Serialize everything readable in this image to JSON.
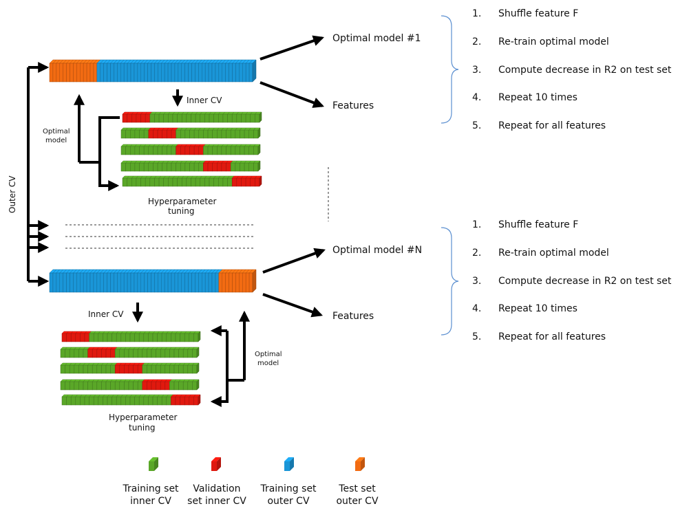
{
  "colors": {
    "training_inner": "#5aa728",
    "validation_inner": "#e0190f",
    "training_outer": "#1a96d8",
    "test_outer": "#f26b12",
    "arrow": "#000000",
    "brace": "#5b8fd0"
  },
  "outer_cv_label": "Outer CV",
  "top": {
    "inner_cv_label": "Inner CV",
    "optimal_model_label_line1": "Optimal",
    "optimal_model_label_line2": "model",
    "hyper_label_line1": "Hyperparameter",
    "hyper_label_line2": "tuning",
    "output_model": "Optimal model #1",
    "output_features": "Features",
    "steps": [
      {
        "num": "1.",
        "text": "Shuffle feature F"
      },
      {
        "num": "2.",
        "text": "Re-train optimal model"
      },
      {
        "num": "3.",
        "text": "Compute decrease in R2 on test set"
      },
      {
        "num": "4.",
        "text": "Repeat 10 times"
      },
      {
        "num": "5.",
        "text": "Repeat for all features"
      }
    ]
  },
  "bottom": {
    "inner_cv_label": "Inner CV",
    "optimal_model_label_line1": "Optimal",
    "optimal_model_label_line2": "model",
    "hyper_label_line1": "Hyperparameter",
    "hyper_label_line2": "tuning",
    "output_model": "Optimal model #N",
    "output_features": "Features",
    "steps": [
      {
        "num": "1.",
        "text": "Shuffle feature F"
      },
      {
        "num": "2.",
        "text": "Re-train optimal model"
      },
      {
        "num": "3.",
        "text": "Compute decrease in R2 on test set"
      },
      {
        "num": "4.",
        "text": "Repeat 10 times"
      },
      {
        "num": "5.",
        "text": "Repeat for all features"
      }
    ]
  },
  "legend": [
    {
      "line1": "Training set",
      "line2": "inner CV",
      "color_key": "training_inner"
    },
    {
      "line1": "Validation",
      "line2": "set inner CV",
      "color_key": "validation_inner"
    },
    {
      "line1": "Training set",
      "line2": "outer CV",
      "color_key": "training_outer"
    },
    {
      "line1": "Test set",
      "line2": "outer CV",
      "color_key": "test_outer"
    }
  ]
}
